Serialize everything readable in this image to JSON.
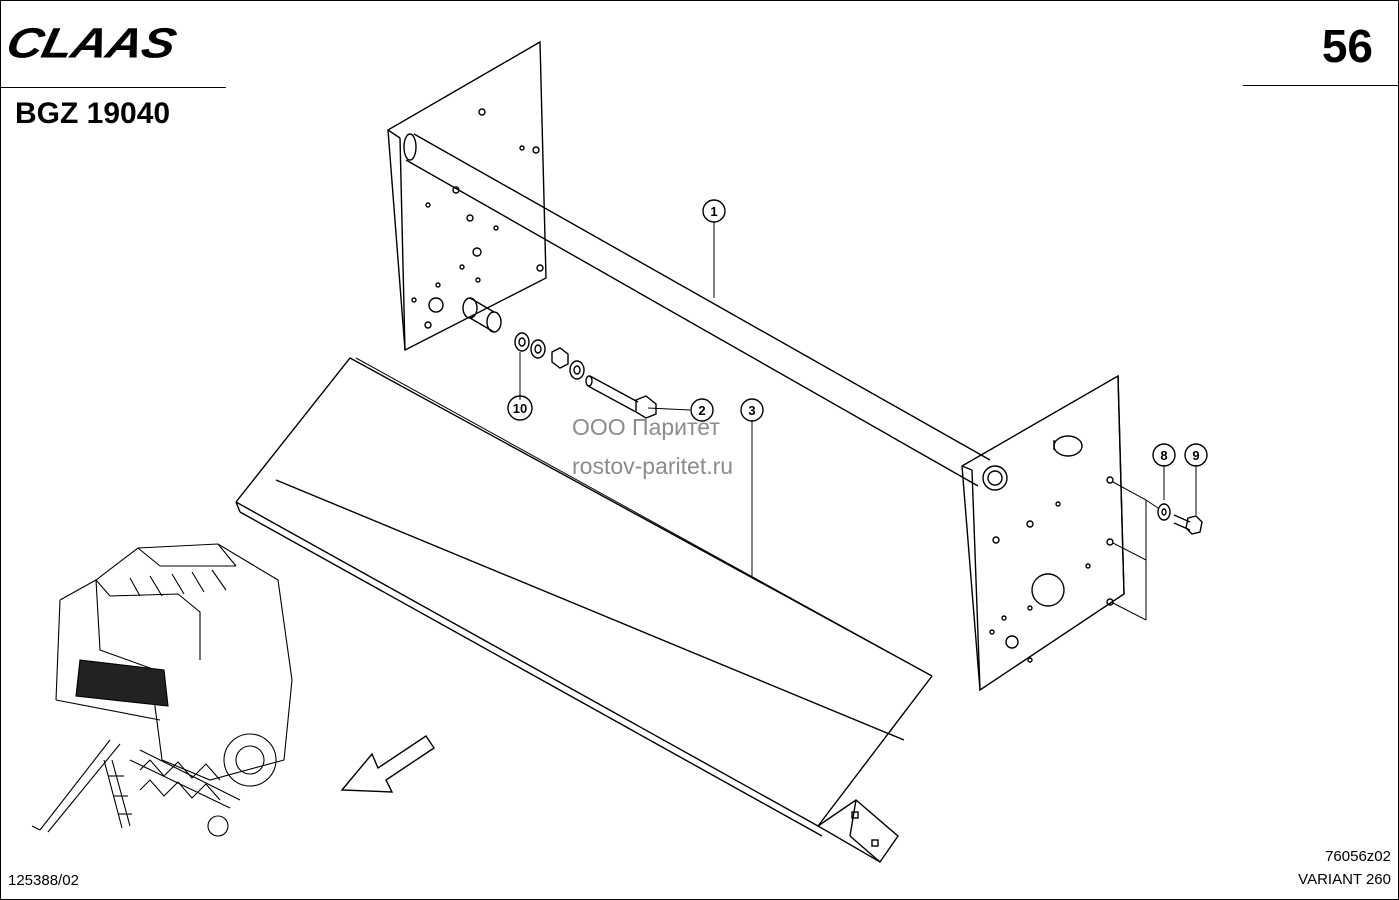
{
  "header": {
    "brand_logo": "CLAAS",
    "group_code": "BGZ 19040",
    "page_number": "56"
  },
  "footer": {
    "drawing_ref": "125388/02",
    "figure_code": "76056z02",
    "variant": "VARIANT 260"
  },
  "watermark": {
    "line1": "ООО Паритет",
    "line2": "rostov-paritet.ru"
  },
  "callouts": [
    {
      "id": "c1",
      "label": "1"
    },
    {
      "id": "c2",
      "label": "2"
    },
    {
      "id": "c3",
      "label": "3"
    },
    {
      "id": "c8",
      "label": "8"
    },
    {
      "id": "c9",
      "label": "9"
    },
    {
      "id": "c10",
      "label": "10"
    }
  ]
}
